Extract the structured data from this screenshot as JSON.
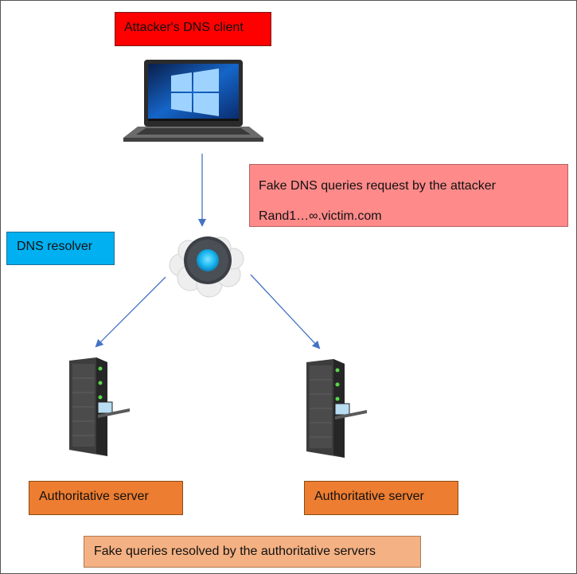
{
  "labels": {
    "client": "Attacker's DNS client",
    "fake_request_line1": "Fake DNS queries request by the attacker",
    "fake_request_line2": "Rand1…∞.victim.com",
    "resolver": "DNS resolver",
    "auth_left": "Authoritative server",
    "auth_right": "Authoritative server",
    "resolved": "Fake queries resolved by the authoritative servers"
  },
  "colors": {
    "client_box": "#ff0000",
    "fake_request_box": "#ff8a8a",
    "resolver_box": "#00b0f0",
    "authoritative_box": "#ed7d31",
    "resolved_box": "#f4b183",
    "arrow": "#4472c4"
  },
  "icons": [
    "laptop-icon",
    "dns-resolver-cloud-icon",
    "server-rack-icon"
  ]
}
